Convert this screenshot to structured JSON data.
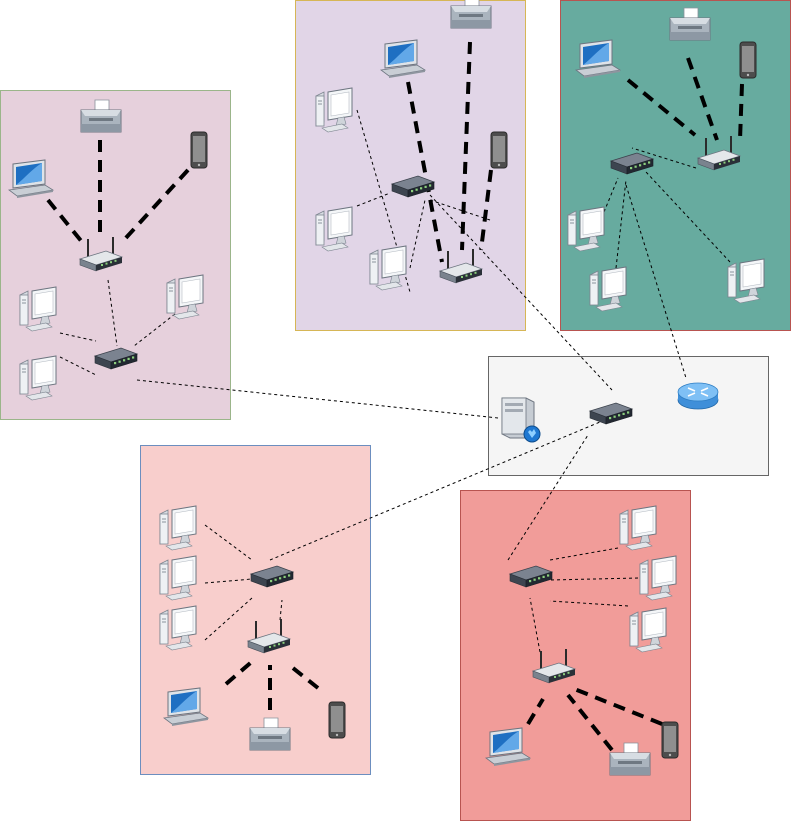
{
  "diagram": {
    "zones": [
      {
        "id": "zone-left-green",
        "fill": "#e6d0dc",
        "stroke": "#9bb58a"
      },
      {
        "id": "zone-top-lavender",
        "fill": "#e1d5e7",
        "stroke": "#d6b656"
      },
      {
        "id": "zone-top-right-teal",
        "fill": "#67ab9f",
        "stroke": "#b85450"
      },
      {
        "id": "zone-core",
        "fill": "#f5f5f5",
        "stroke": "#666666"
      },
      {
        "id": "zone-bottom-left-pink",
        "fill": "#f8cecc",
        "stroke": "#6c8ebf"
      },
      {
        "id": "zone-bottom-right-red",
        "fill": "#f19c99",
        "stroke": "#b85450"
      }
    ],
    "devices": [
      {
        "id": "core-server",
        "kind": "server-icon"
      },
      {
        "id": "core-switch",
        "kind": "switch-icon"
      },
      {
        "id": "core-router",
        "kind": "router-icon"
      },
      {
        "id": "zone1-printer",
        "kind": "printer-icon"
      },
      {
        "id": "zone1-laptop",
        "kind": "laptop-icon"
      },
      {
        "id": "zone1-tablet",
        "kind": "tablet-icon"
      },
      {
        "id": "zone1-ap",
        "kind": "wireless-ap-icon"
      },
      {
        "id": "zone1-pc-a",
        "kind": "desktop-pc-icon"
      },
      {
        "id": "zone1-pc-b",
        "kind": "desktop-pc-icon"
      },
      {
        "id": "zone1-pc-c",
        "kind": "desktop-pc-icon"
      },
      {
        "id": "zone1-switch",
        "kind": "switch-icon"
      },
      {
        "id": "zone2-pc-a",
        "kind": "desktop-pc-icon"
      },
      {
        "id": "zone2-laptop",
        "kind": "laptop-icon"
      },
      {
        "id": "zone2-printer",
        "kind": "printer-icon"
      },
      {
        "id": "zone2-tablet",
        "kind": "tablet-icon"
      },
      {
        "id": "zone2-switch",
        "kind": "switch-icon"
      },
      {
        "id": "zone2-pc-b",
        "kind": "desktop-pc-icon"
      },
      {
        "id": "zone2-pc-c",
        "kind": "desktop-pc-icon"
      },
      {
        "id": "zone2-ap",
        "kind": "wireless-ap-icon"
      },
      {
        "id": "zone3-laptop",
        "kind": "laptop-icon"
      },
      {
        "id": "zone3-printer",
        "kind": "printer-icon"
      },
      {
        "id": "zone3-tablet",
        "kind": "tablet-icon"
      },
      {
        "id": "zone3-switch",
        "kind": "switch-icon"
      },
      {
        "id": "zone3-ap",
        "kind": "wireless-ap-icon"
      },
      {
        "id": "zone3-pc-a",
        "kind": "desktop-pc-icon"
      },
      {
        "id": "zone3-pc-b",
        "kind": "desktop-pc-icon"
      },
      {
        "id": "zone3-pc-c",
        "kind": "desktop-pc-icon"
      },
      {
        "id": "zone4-pc-a",
        "kind": "desktop-pc-icon"
      },
      {
        "id": "zone4-pc-b",
        "kind": "desktop-pc-icon"
      },
      {
        "id": "zone4-pc-c",
        "kind": "desktop-pc-icon"
      },
      {
        "id": "zone4-switch",
        "kind": "switch-icon"
      },
      {
        "id": "zone4-ap",
        "kind": "wireless-ap-icon"
      },
      {
        "id": "zone4-laptop",
        "kind": "laptop-icon"
      },
      {
        "id": "zone4-printer",
        "kind": "printer-icon"
      },
      {
        "id": "zone4-tablet",
        "kind": "tablet-icon"
      },
      {
        "id": "zone5-pc-a",
        "kind": "desktop-pc-icon"
      },
      {
        "id": "zone5-pc-b",
        "kind": "desktop-pc-icon"
      },
      {
        "id": "zone5-pc-c",
        "kind": "desktop-pc-icon"
      },
      {
        "id": "zone5-switch",
        "kind": "switch-icon"
      },
      {
        "id": "zone5-ap",
        "kind": "wireless-ap-icon"
      },
      {
        "id": "zone5-laptop",
        "kind": "laptop-icon"
      },
      {
        "id": "zone5-printer",
        "kind": "printer-icon"
      },
      {
        "id": "zone5-tablet",
        "kind": "tablet-icon"
      }
    ],
    "links": [
      {
        "from": "zone1-laptop",
        "to": "zone1-ap",
        "type": "wireless"
      },
      {
        "from": "zone1-printer",
        "to": "zone1-ap",
        "type": "wireless"
      },
      {
        "from": "zone1-tablet",
        "to": "zone1-ap",
        "type": "wireless"
      },
      {
        "from": "zone1-ap",
        "to": "zone1-switch",
        "type": "wired"
      },
      {
        "from": "zone1-pc-a",
        "to": "zone1-switch",
        "type": "wired"
      },
      {
        "from": "zone1-pc-b",
        "to": "zone1-switch",
        "type": "wired"
      },
      {
        "from": "zone1-pc-c",
        "to": "zone1-switch",
        "type": "wired"
      },
      {
        "from": "zone1-switch",
        "to": "core-server",
        "type": "wired"
      },
      {
        "from": "zone2-laptop",
        "to": "zone2-ap",
        "type": "wireless"
      },
      {
        "from": "zone2-printer",
        "to": "zone2-ap",
        "type": "wireless"
      },
      {
        "from": "zone2-tablet",
        "to": "zone2-ap",
        "type": "wireless"
      },
      {
        "from": "zone2-pc-a",
        "to": "zone2-switch",
        "type": "wired"
      },
      {
        "from": "zone2-pc-b",
        "to": "zone2-switch",
        "type": "wired"
      },
      {
        "from": "zone2-pc-c",
        "to": "zone2-switch",
        "type": "wired"
      },
      {
        "from": "zone2-ap",
        "to": "zone2-switch",
        "type": "wired"
      },
      {
        "from": "zone2-switch",
        "to": "core-switch",
        "type": "wired"
      },
      {
        "from": "zone3-laptop",
        "to": "zone3-ap",
        "type": "wireless"
      },
      {
        "from": "zone3-printer",
        "to": "zone3-ap",
        "type": "wireless"
      },
      {
        "from": "zone3-tablet",
        "to": "zone3-ap",
        "type": "wireless"
      },
      {
        "from": "zone3-ap",
        "to": "zone3-switch",
        "type": "wired"
      },
      {
        "from": "zone3-pc-a",
        "to": "zone3-switch",
        "type": "wired"
      },
      {
        "from": "zone3-pc-b",
        "to": "zone3-switch",
        "type": "wired"
      },
      {
        "from": "zone3-pc-c",
        "to": "zone3-switch",
        "type": "wired"
      },
      {
        "from": "zone3-switch",
        "to": "core-router",
        "type": "wired"
      },
      {
        "from": "zone4-pc-a",
        "to": "zone4-switch",
        "type": "wired"
      },
      {
        "from": "zone4-pc-b",
        "to": "zone4-switch",
        "type": "wired"
      },
      {
        "from": "zone4-pc-c",
        "to": "zone4-switch",
        "type": "wired"
      },
      {
        "from": "zone4-ap",
        "to": "zone4-switch",
        "type": "wired"
      },
      {
        "from": "zone4-laptop",
        "to": "zone4-ap",
        "type": "wireless"
      },
      {
        "from": "zone4-printer",
        "to": "zone4-ap",
        "type": "wireless"
      },
      {
        "from": "zone4-tablet",
        "to": "zone4-ap",
        "type": "wireless"
      },
      {
        "from": "zone4-switch",
        "to": "core-switch",
        "type": "wired"
      },
      {
        "from": "zone5-pc-a",
        "to": "zone5-switch",
        "type": "wired"
      },
      {
        "from": "zone5-pc-b",
        "to": "zone5-switch",
        "type": "wired"
      },
      {
        "from": "zone5-pc-c",
        "to": "zone5-switch",
        "type": "wired"
      },
      {
        "from": "zone5-ap",
        "to": "zone5-switch",
        "type": "wired"
      },
      {
        "from": "zone5-laptop",
        "to": "zone5-ap",
        "type": "wireless"
      },
      {
        "from": "zone5-printer",
        "to": "zone5-ap",
        "type": "wireless"
      },
      {
        "from": "zone5-tablet",
        "to": "zone5-ap",
        "type": "wireless"
      },
      {
        "from": "zone5-switch",
        "to": "core-switch",
        "type": "wired"
      }
    ]
  }
}
